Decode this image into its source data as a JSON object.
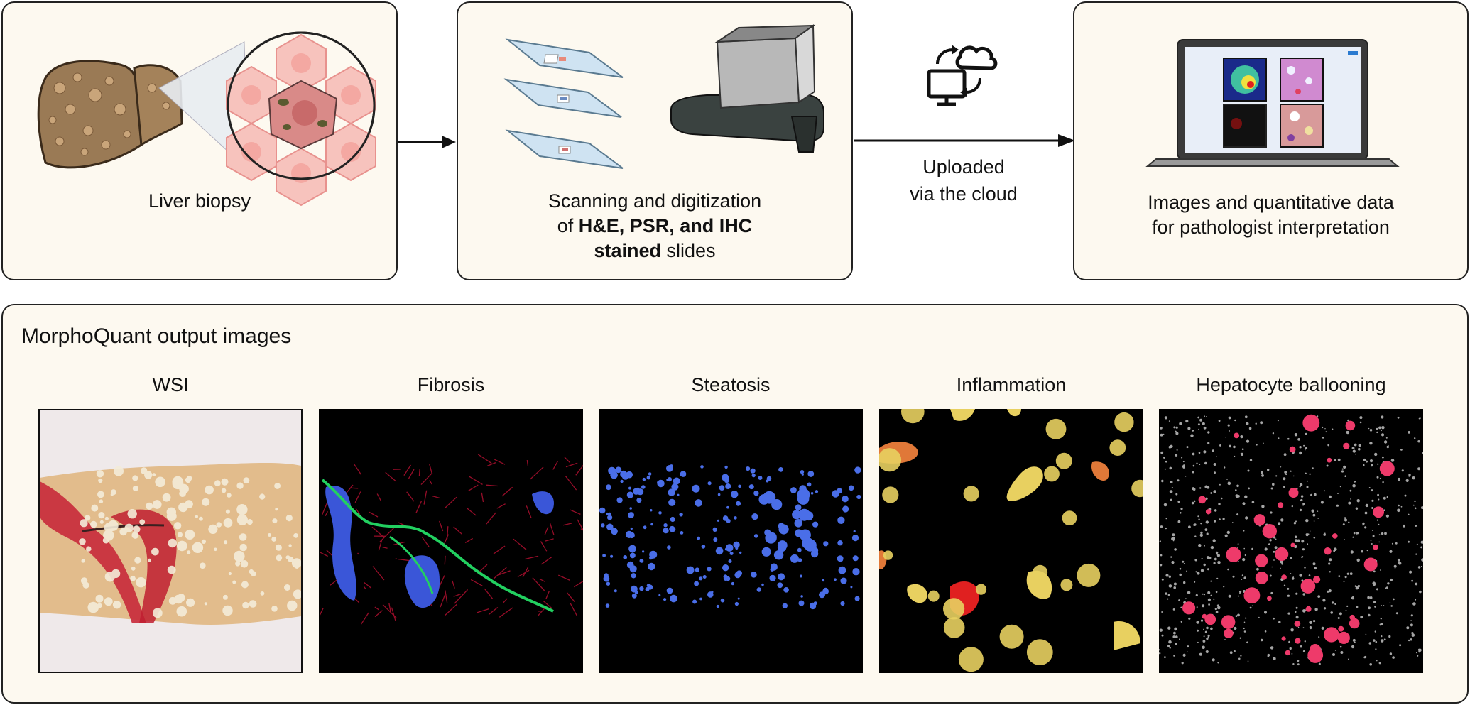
{
  "workflow": {
    "step1": {
      "caption": "Liver biopsy"
    },
    "step2": {
      "line1": "Scanning and digitization",
      "line2_pre": "of ",
      "line2_bold": "H&E, PSR, and IHC",
      "line3_bold": "stained",
      "line3_post": " slides"
    },
    "transfer": {
      "line1": "Uploaded",
      "line2": "via the cloud"
    },
    "step3": {
      "line1": "Images and quantitative data",
      "line2": "for pathologist interpretation"
    }
  },
  "output": {
    "title": "MorphoQuant output images",
    "panels": [
      {
        "label": "WSI"
      },
      {
        "label": "Fibrosis"
      },
      {
        "label": "Steatosis"
      },
      {
        "label": "Inflammation"
      },
      {
        "label": "Hepatocyte ballooning"
      }
    ]
  },
  "colors": {
    "box_fill": "#fdf9f0",
    "fibrosis_collagen": "#c8102e",
    "fibrosis_blue": "#4060e0",
    "fibrosis_green": "#22d060",
    "steatosis": "#4a6ee8",
    "inflammation_yellow": "#e8d060",
    "inflammation_red": "#e02020",
    "ballooning_pink": "#ee3a6a"
  }
}
